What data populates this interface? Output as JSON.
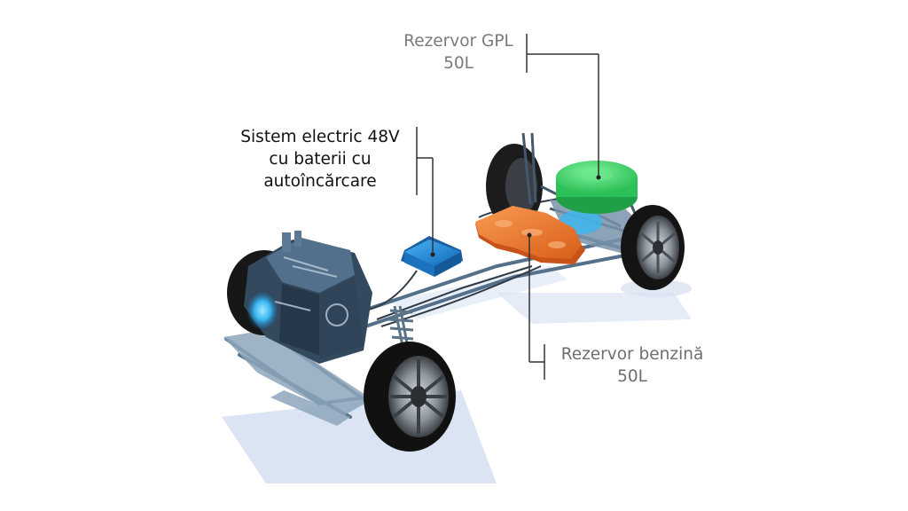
{
  "labels": {
    "electric_system": {
      "line1": "Sistem electric 48V",
      "line2": "cu baterii cu",
      "line3": "autoîncărcare"
    },
    "lpg_tank": {
      "line1": "Rezervor GPL",
      "line2": "50L"
    },
    "petrol_tank": {
      "line1": "Rezervor benzină",
      "line2": "50L"
    }
  },
  "colors": {
    "battery": "#2a8fdf",
    "lpg_tank": "#3ed86a",
    "petrol_tank": "#f07a2c",
    "engine_glow": "#38b6f0",
    "chassis": "#5a7894",
    "tyre": "#1c1c1c",
    "callout_line": "#333333"
  }
}
